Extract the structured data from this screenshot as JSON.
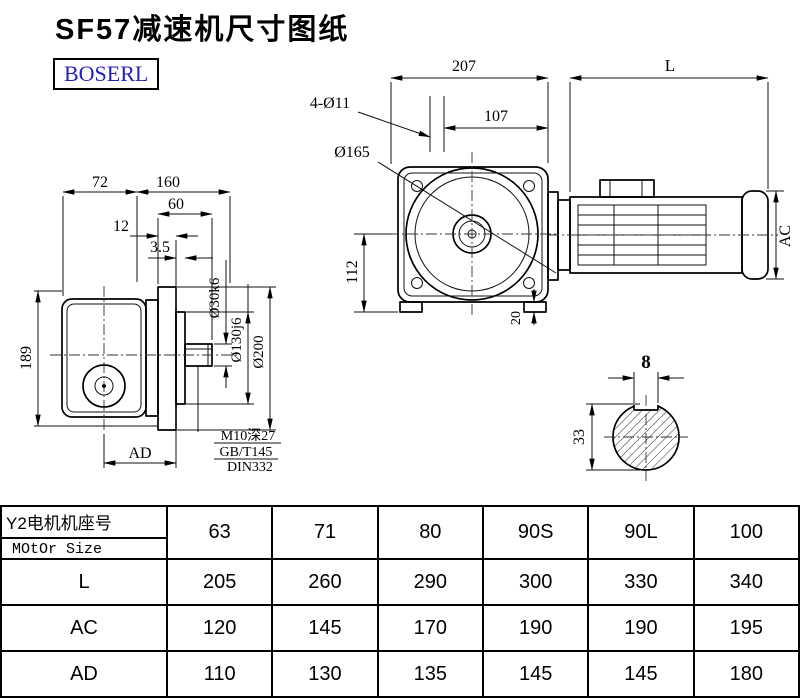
{
  "title": "SF57减速机尺寸图纸",
  "logo": "BOSERL",
  "left_view": {
    "dim_72": "72",
    "dim_160": "160",
    "dim_60": "60",
    "dim_12": "12",
    "dim_3_5": "3.5",
    "dim_189": "189",
    "dim_ad": "AD",
    "dia_shaft": "Ø30k6",
    "dia_pilot": "Ø130j6",
    "dia_flange": "Ø200",
    "thread_note": "M10深27",
    "std_gb": "GB/T145",
    "std_din": "DIN332"
  },
  "front_view": {
    "dim_207": "207",
    "dim_l": "L",
    "holes_note": "4-Ø11",
    "dim_107": "107",
    "dia_165": "Ø165",
    "dim_112": "112",
    "dim_20": "20",
    "dim_ac": "AC"
  },
  "shaft_view": {
    "dim_8": "8",
    "dim_33": "33"
  },
  "table": {
    "header_cn": "Y2电机机座号",
    "header_en": "MOtOr Size",
    "columns": [
      "63",
      "71",
      "80",
      "90S",
      "90L",
      "100"
    ],
    "rows": [
      {
        "label": "L",
        "values": [
          "205",
          "260",
          "290",
          "300",
          "330",
          "340"
        ]
      },
      {
        "label": "AC",
        "values": [
          "120",
          "145",
          "170",
          "190",
          "190",
          "195"
        ]
      },
      {
        "label": "AD",
        "values": [
          "110",
          "130",
          "135",
          "145",
          "145",
          "180"
        ]
      }
    ]
  }
}
